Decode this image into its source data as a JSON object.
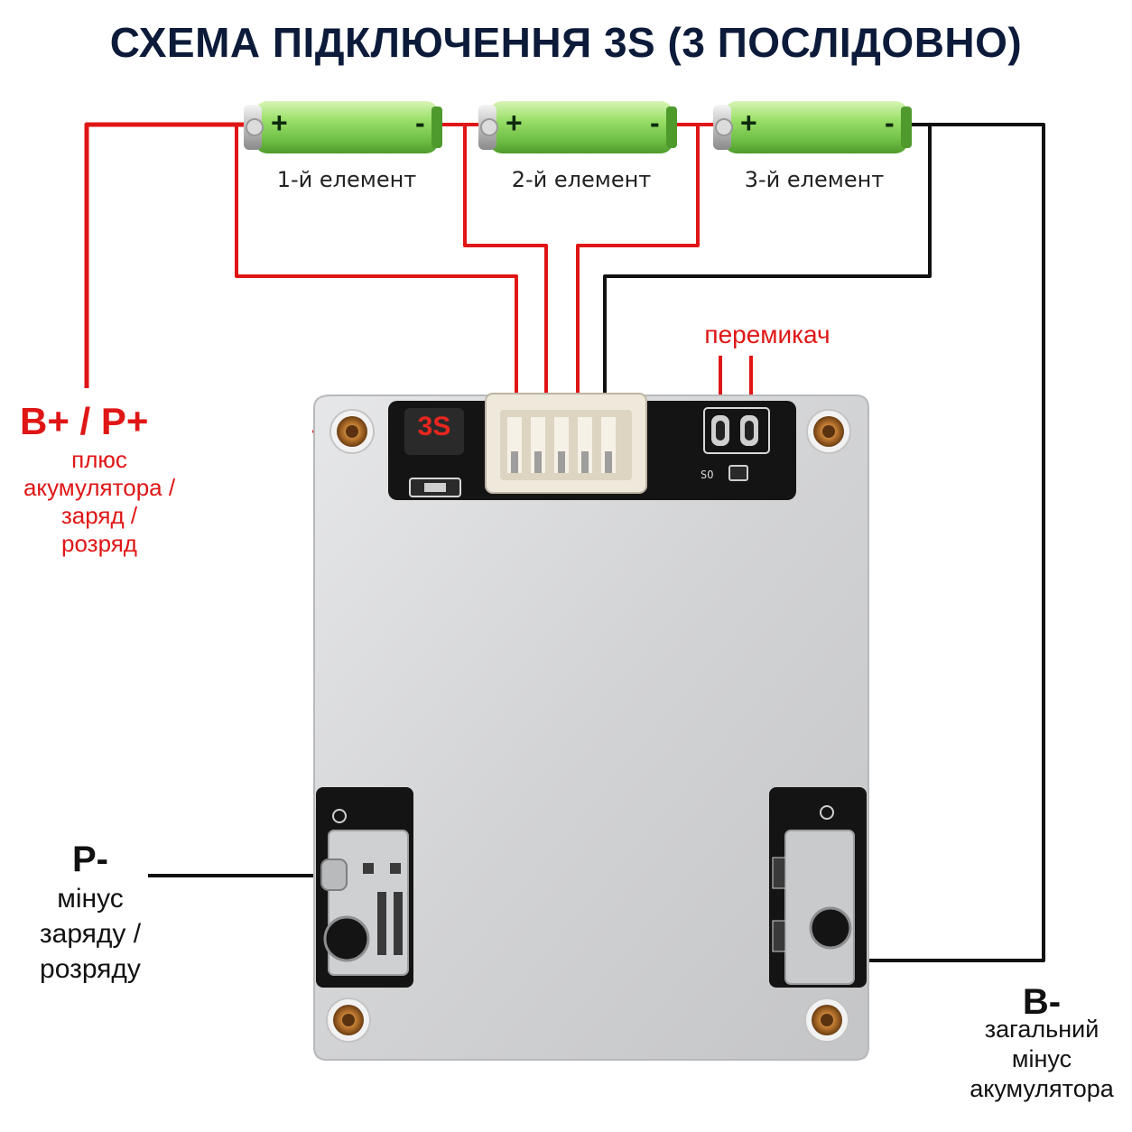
{
  "title": "СХЕМА ПІДКЛЮЧЕННЯ  3S (3 ПОСЛІДОВНО)",
  "cells": [
    {
      "label": "1-й елемент",
      "plus": "+",
      "minus": "-"
    },
    {
      "label": "2-й елемент",
      "plus": "+",
      "minus": "-"
    },
    {
      "label": "3-й елемент",
      "plus": "+",
      "minus": "-"
    }
  ],
  "terminals": {
    "b_plus": {
      "label": "B+ / P+",
      "description": [
        "плюс",
        "акумулятора /",
        "заряд /",
        "розряд"
      ]
    },
    "p_minus": {
      "label": "P-",
      "description": [
        "мінус",
        "заряду /",
        "розряду"
      ]
    },
    "b_minus": {
      "label": "B-",
      "description": [
        "загальний",
        "мінус",
        "акумулятора"
      ]
    }
  },
  "jumper": {
    "label": "перемикач"
  },
  "board": {
    "badge": "3S",
    "silk_label": "SO"
  },
  "colors": {
    "positive_wire": "#e01616",
    "negative_wire": "#111111",
    "title": "#0d1b3a",
    "battery": "#8fd46a",
    "board_metal": "#d9dadc",
    "pcb": "#141414"
  }
}
